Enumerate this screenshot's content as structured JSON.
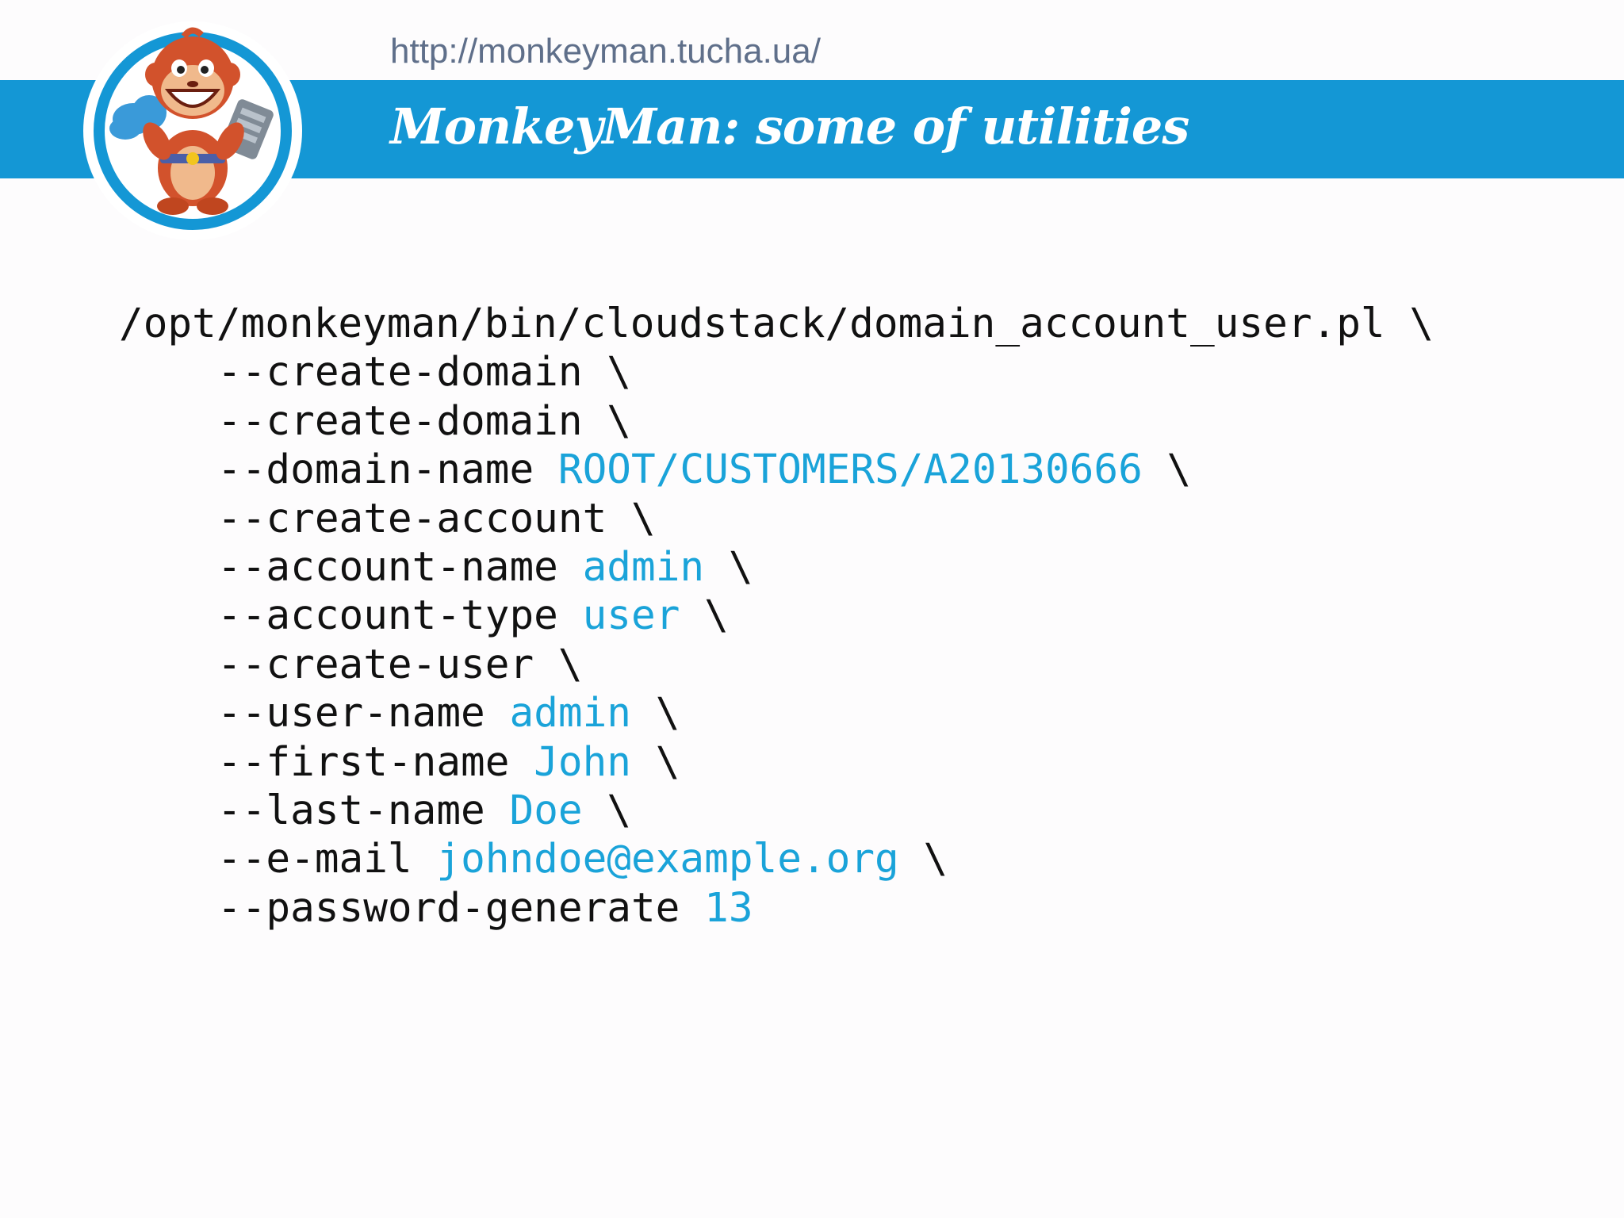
{
  "header": {
    "url": "http://monkeyman.tucha.ua/",
    "title": "MonkeyMan: some of utilities"
  },
  "colors": {
    "banner": "#1497d5",
    "value": "#1aa3d9",
    "text": "#111111"
  },
  "command": {
    "script": "/opt/monkeyman/bin/cloudstack/domain_account_user.pl",
    "continuation": "\\",
    "lines": [
      {
        "flag": "--create-domain",
        "value": ""
      },
      {
        "flag": "--create-domain",
        "value": ""
      },
      {
        "flag": "--domain-name",
        "value": "ROOT/CUSTOMERS/A20130666"
      },
      {
        "flag": "--create-account",
        "value": ""
      },
      {
        "flag": "--account-name",
        "value": "admin"
      },
      {
        "flag": "--account-type",
        "value": "user"
      },
      {
        "flag": "--create-user",
        "value": ""
      },
      {
        "flag": "--user-name",
        "value": "admin"
      },
      {
        "flag": "--first-name",
        "value": "John"
      },
      {
        "flag": "--last-name",
        "value": "Doe"
      },
      {
        "flag": "--e-mail",
        "value": "johndoe@example.org"
      },
      {
        "flag": "--password-generate",
        "value": "13"
      }
    ]
  }
}
